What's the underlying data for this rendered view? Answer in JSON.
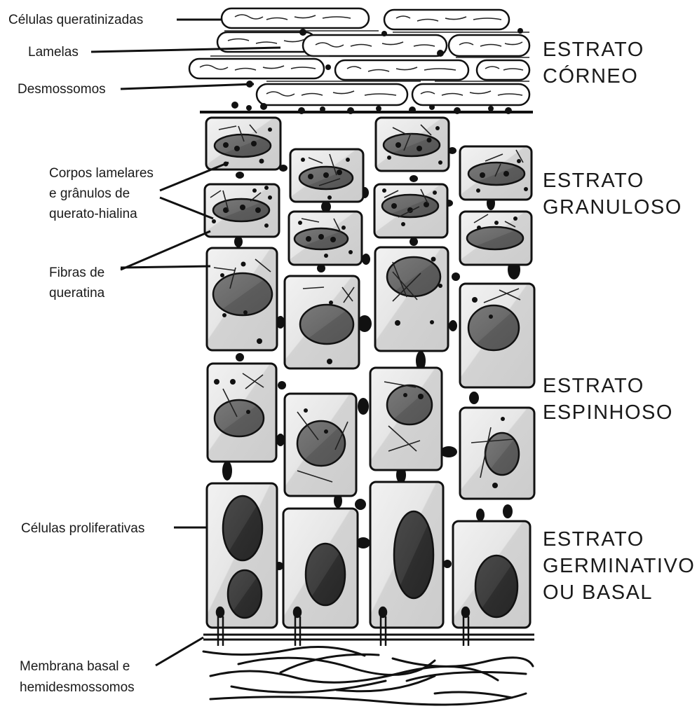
{
  "labels": {
    "celulas_queratinizadas": "Células queratinizadas",
    "lamelas": "Lamelas",
    "desmossomos": "Desmossomos",
    "corpos_line1": "Corpos lamelares",
    "corpos_line2": "e grânulos de",
    "corpos_line3": "querato-hialina",
    "fibras_line1": "Fibras de",
    "fibras_line2": "queratina",
    "proliferativas": "Células proliferativas",
    "membrana_line1": "Membrana basal e",
    "membrana_line2": "hemidesmossomos"
  },
  "strata": {
    "corneo_line1": "ESTRATO",
    "corneo_line2": "CÓRNEO",
    "granuloso_line1": "ESTRATO",
    "granuloso_line2": "GRANULOSO",
    "espinhoso_line1": "ESTRATO",
    "espinhoso_line2": "ESPINHOSO",
    "germinativo_line1": "ESTRATO",
    "germinativo_line2": "GERMINATIVO",
    "germinativo_line3": "OU BASAL"
  },
  "colors": {
    "ink": "#111111",
    "cell_fill": "#d9d9d9",
    "cell_highlight": "#efefef",
    "granular_nucleus": "#5a5a5a",
    "spinous_nucleus": "#6e6e6e",
    "basal_nucleus": "#3a3a3a"
  }
}
